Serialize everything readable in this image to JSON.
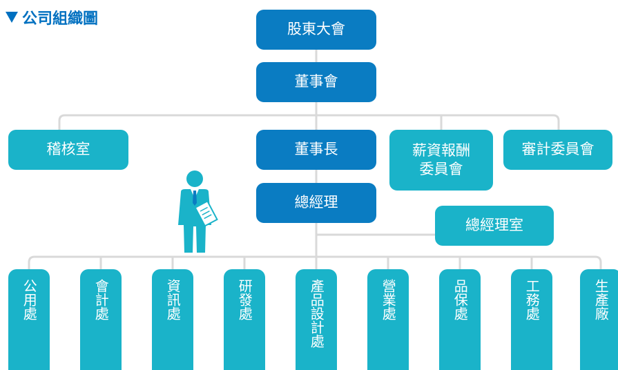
{
  "heading": {
    "marker": "▼",
    "title": "公司組織圖"
  },
  "colors": {
    "dark_box": "#0a7cc2",
    "light_box": "#1ab3c9",
    "connector": "#d9d9d9",
    "heading": "#0070c0"
  },
  "top": {
    "shareholders": "股東大會",
    "board": "董事會",
    "chairman": "董事長",
    "gm": "總經理"
  },
  "side": {
    "audit_office": "稽核室",
    "compensation_line1": "薪資報酬",
    "compensation_line2": "委員會",
    "audit_committee": "審計委員會",
    "gm_office": "總經理室"
  },
  "departments": [
    "公用處",
    "會計處",
    "資訊處",
    "研發處",
    "產品設計處",
    "營業處",
    "品保處",
    "工務處",
    "生產廠"
  ],
  "icons": {
    "person": "businessman-icon"
  }
}
